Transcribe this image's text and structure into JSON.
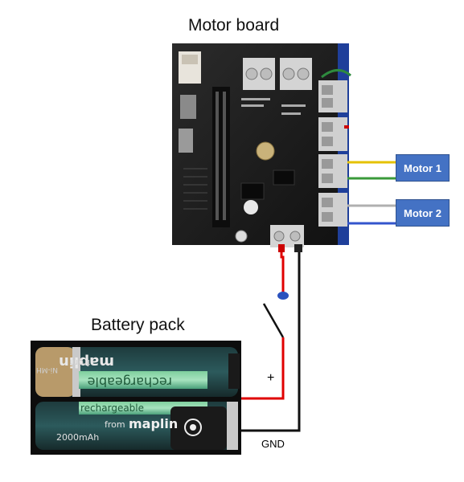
{
  "titles": {
    "motor_board": "Motor board",
    "battery_pack": "Battery pack"
  },
  "motor_labels": {
    "motor1": "Motor 1",
    "motor2": "Motor 2"
  },
  "wire_labels": {
    "plus": "+",
    "gnd": "GND"
  },
  "board_markings": {
    "brand": "maplin",
    "prefix": "from",
    "rechargeable": "rechargeable",
    "capacity": "2000mAh",
    "chemistry": "Ni-MH"
  },
  "colors": {
    "motor_label_bg": "#4472c4",
    "wire_red": "#e00000",
    "wire_black": "#111111",
    "wire_yellow": "#e5c100",
    "wire_green": "#3a9a3a",
    "wire_grey": "#b0b0b0",
    "wire_blue": "#3355cc"
  }
}
